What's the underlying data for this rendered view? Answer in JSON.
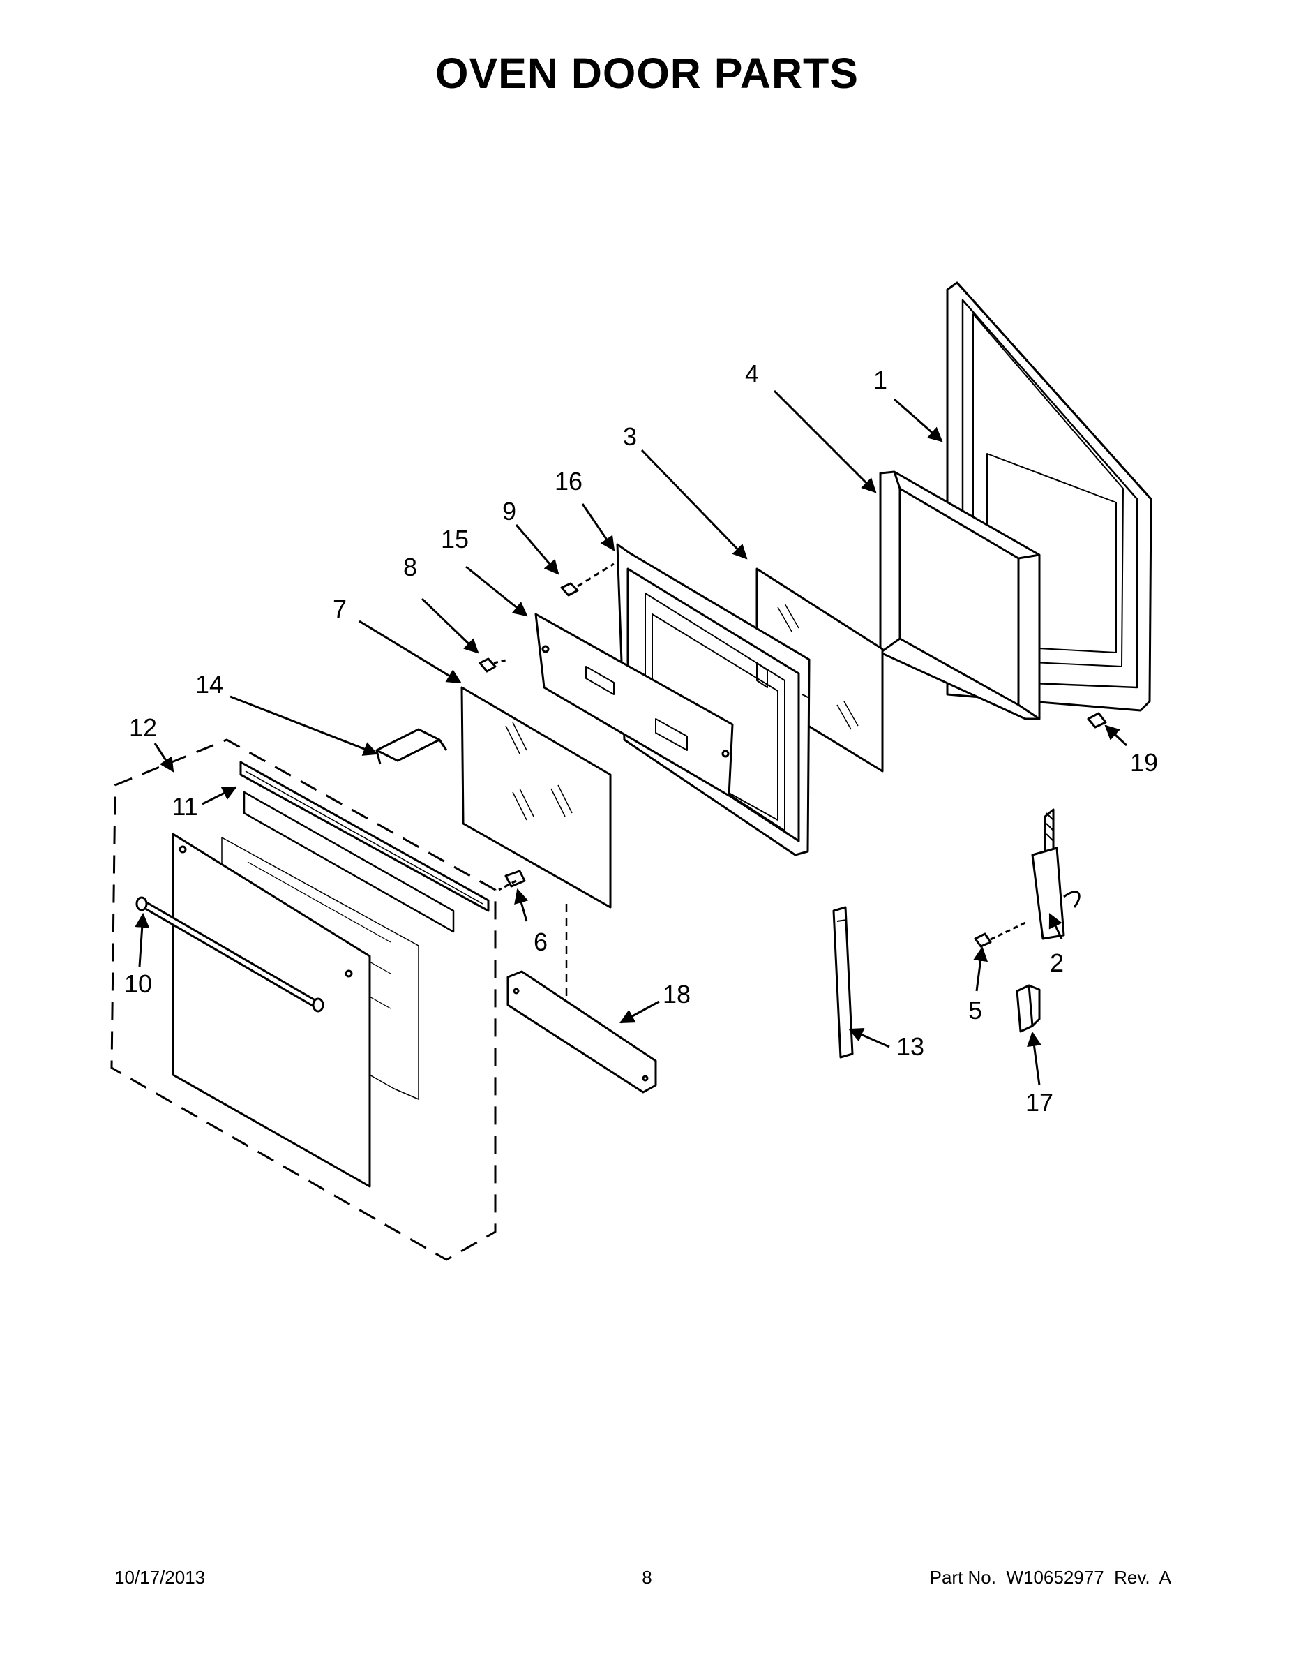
{
  "title": "OVEN DOOR PARTS",
  "callouts": {
    "c1": "1",
    "c2": "2",
    "c3": "3",
    "c4": "4",
    "c5": "5",
    "c6": "6",
    "c7": "7",
    "c8": "8",
    "c9": "9",
    "c10": "10",
    "c11": "11",
    "c12": "12",
    "c13": "13",
    "c14": "14",
    "c15": "15",
    "c16": "16",
    "c17": "17",
    "c18": "18",
    "c19": "19"
  },
  "footer": {
    "date": "10/17/2013",
    "page": "8",
    "part": "Part No.  W10652977  Rev.  A"
  }
}
